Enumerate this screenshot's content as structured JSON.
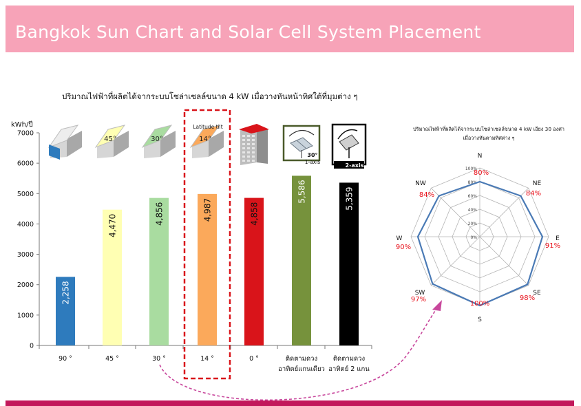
{
  "header": {
    "title": "Bangkok Sun Chart and Solar Cell System Placement"
  },
  "colors": {
    "header_bg": "#f7a3b8",
    "bottom_bar": "#c2185b",
    "radar_line": "#4a7ab5",
    "radar_value": "#e8101a",
    "highlight_box": "#d9141a",
    "arrow": "#c8479c"
  },
  "chart_data": [
    {
      "type": "bar",
      "title": "ปริมาณไฟฟ้าที่ผลิตได้จากระบบโซล่าเซลล์ขนาด 4 kW เมื่อวางหันหน้าทิศใต้ที่มุมต่าง ๆ",
      "ylabel": "kWh/ปี",
      "ylim": [
        0,
        7000
      ],
      "yticks": [
        "0",
        "1000",
        "2000",
        "3000",
        "4000",
        "5000",
        "6000",
        "7000"
      ],
      "categories": [
        "90 °",
        "45 °",
        "30 °",
        "14 °",
        "0 °",
        "ติดตามดวงอาทิตย์แกนเดียว",
        "ติดตามดวงอาทิตย์ 2 แกน"
      ],
      "category_lines": [
        [
          "90 °"
        ],
        [
          "45 °"
        ],
        [
          "30 °"
        ],
        [
          "14 °"
        ],
        [
          "0 °"
        ],
        [
          "ติดตามดวง",
          "อาทิตย์แกนเดียว"
        ],
        [
          "ติดตามดวง",
          "อาทิตย์ 2 แกน"
        ]
      ],
      "values": [
        2258,
        4470,
        4856,
        4987,
        4858,
        5586,
        5359
      ],
      "value_labels": [
        "2,258",
        "4,470",
        "4,856",
        "4,987",
        "4,858",
        "5,586",
        "5,359"
      ],
      "bar_colors": [
        "#2e7bbd",
        "#ffffb3",
        "#a9dca0",
        "#fba95b",
        "#d9141a",
        "#76923c",
        "#000000"
      ],
      "value_label_colors": [
        "#ffffff",
        "#111111",
        "#111111",
        "#111111",
        "#111111",
        "#ffffff",
        "#ffffff"
      ],
      "highlight_category": "14 °",
      "icon_labels": [
        "",
        "45°",
        "30°",
        "14°",
        "",
        "30°",
        ""
      ],
      "icon_notes": [
        "Latitude tilt",
        "1-axis",
        "2-axis"
      ],
      "grid": false
    },
    {
      "type": "radar",
      "title_lines": [
        "ปริมาณไฟฟ้าที่ผลิตได้จากระบบโซล่าเซลล์ขนาด 4 kW เอียง 30 องศา",
        "เมื่อวางหันตามทิศต่าง ๆ"
      ],
      "directions": [
        "N",
        "NE",
        "E",
        "SE",
        "S",
        "SW",
        "W",
        "NW"
      ],
      "values": [
        80,
        84,
        91,
        98,
        100,
        97,
        90,
        84
      ],
      "value_labels": [
        "80%",
        "84%",
        "91%",
        "98%",
        "100%",
        "97%",
        "90%",
        "84%"
      ],
      "rlim": [
        0,
        100
      ],
      "rticks": [
        "0%",
        "20%",
        "40%",
        "60%",
        "80%",
        "100%"
      ]
    }
  ]
}
